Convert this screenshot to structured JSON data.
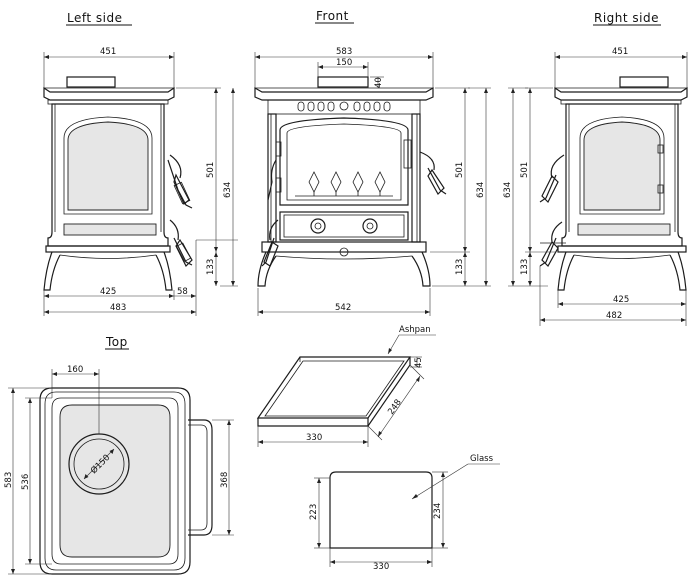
{
  "views": {
    "left_side": "Left side",
    "front": "Front",
    "right_side": "Right side",
    "top": "Top"
  },
  "labels": {
    "ashpan": "Ashpan",
    "glass": "Glass"
  },
  "dimensions": {
    "left": {
      "width_top": "451",
      "height_body": "501",
      "height_total": "634",
      "leg_height": "133",
      "base_width": "425",
      "offset": "58",
      "overall_width": "483"
    },
    "front": {
      "width_top": "583",
      "flue_width": "150",
      "flue_height": "40",
      "height_body": "501",
      "height_total": "634",
      "leg_height": "133",
      "base_width": "542"
    },
    "right": {
      "width_top": "451",
      "height_body": "501",
      "height_total": "634",
      "leg_height": "133",
      "base_width": "425",
      "overall_width": "482"
    },
    "top": {
      "flue_offset": "160",
      "flue_diameter": "Ø150",
      "depth_outer": "583",
      "depth_inner": "536",
      "handle_span": "368"
    },
    "ashpan": {
      "length": "330",
      "depth": "248",
      "height": "45"
    },
    "glass": {
      "width": "330",
      "height_left": "223",
      "height_right": "234"
    }
  }
}
